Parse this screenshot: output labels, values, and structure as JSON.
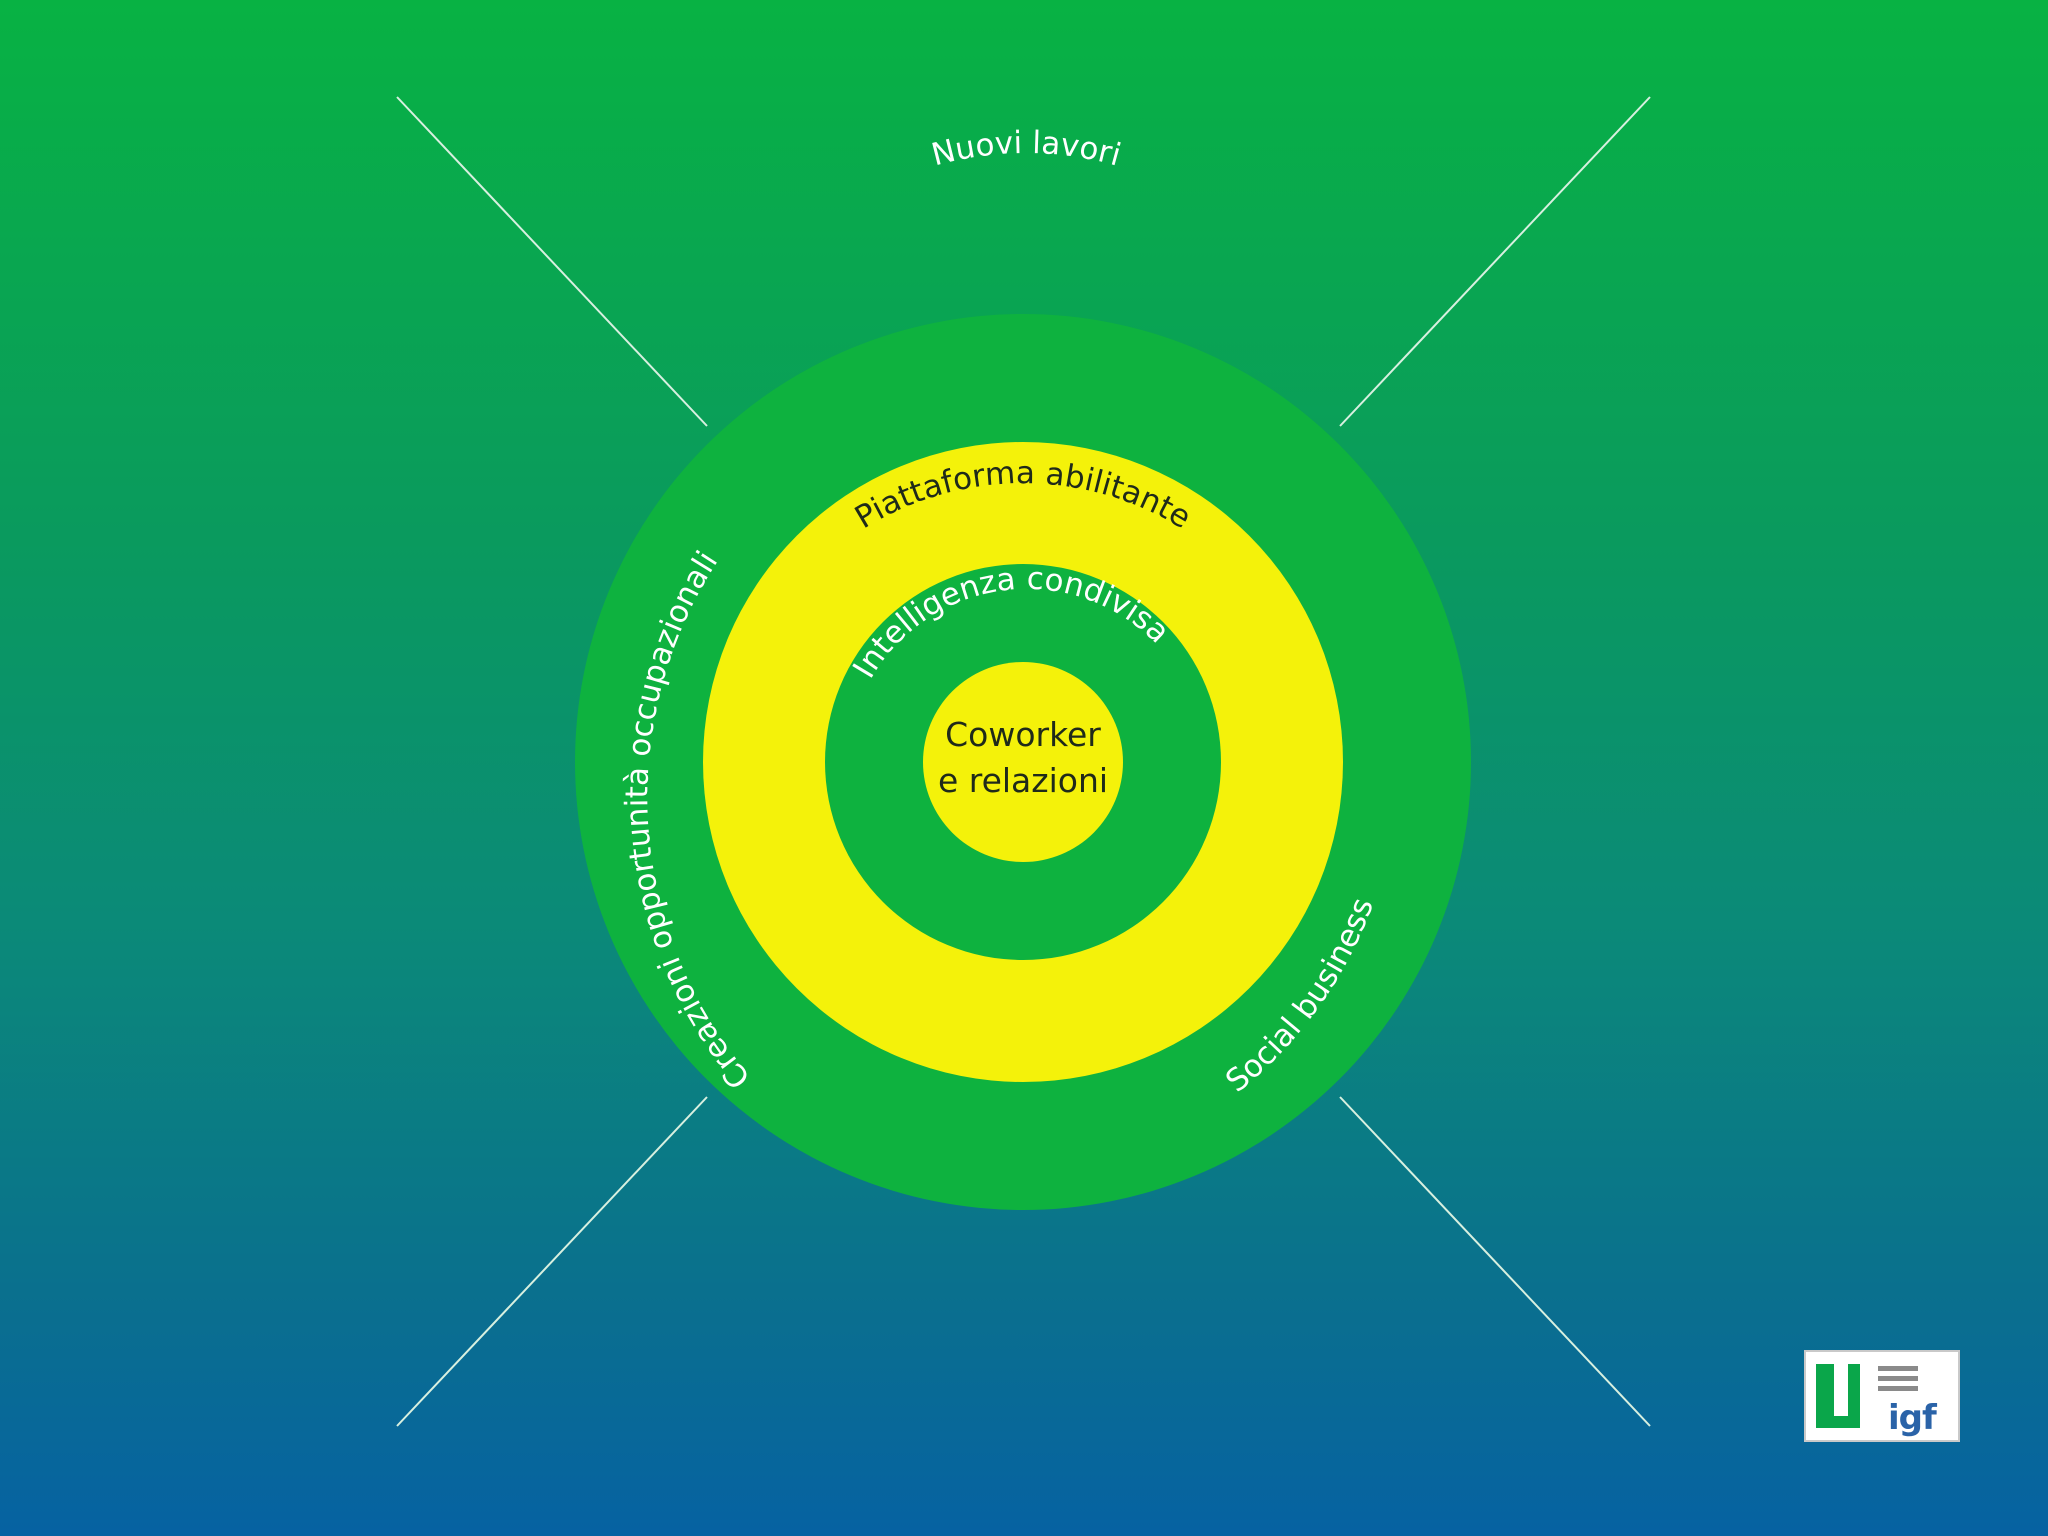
{
  "colors": {
    "background_top": "#08b243",
    "background_bottom": "#0662a2",
    "ring_green": "#0eb23f",
    "ring_yellow": "#f4f20a",
    "line": "#d8f0e0"
  },
  "diagram": {
    "outer_ring": {
      "top_label": "Nuovi lavori",
      "left_label": "Creazioni opportunità occupazionali",
      "right_label": "Social business"
    },
    "second_ring": {
      "label": "Piattaforma abilitante"
    },
    "third_ring": {
      "label": "Intelligenza condivisa"
    },
    "center": {
      "line1": "Coworker",
      "line2": "e relazioni"
    }
  },
  "logo": {
    "text": "igf"
  }
}
